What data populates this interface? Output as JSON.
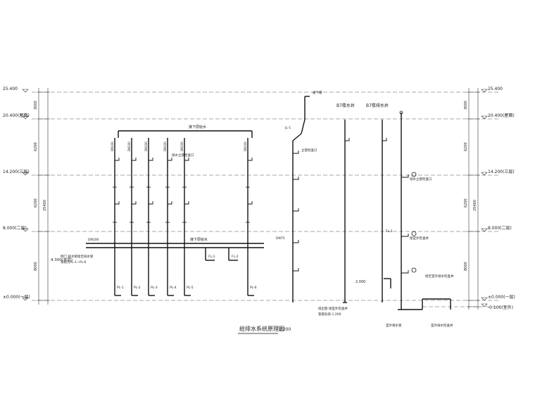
{
  "drawing": {
    "title": "给排水系统原理图",
    "scale": "1:200"
  },
  "elevations": {
    "roof_top": "25.400",
    "roof": "20.400(屋面)",
    "floor3": "14.200(三层)",
    "floor2": "8.000(二层)",
    "ground": "±0.000(一层)",
    "outdoor": "-0.100(室外)",
    "left_mid": "4.300(夹层)"
  },
  "dimensions": {
    "d3000": "3000",
    "d6200": "6200",
    "d6200b": "6200",
    "d8000": "8000",
    "d25400": "25400",
    "d2000": "2.000"
  },
  "labels": {
    "pipe_top": "接下层给水",
    "pipe_mid": "接下层给水",
    "left_note": "侧门 排水管接至排水管",
    "left_note2": "系统为PL-1~PL-6",
    "tank_note": "B7楼水井",
    "tank_note2": "B7楼排水井",
    "riser_ref": "JL-1",
    "top_cap": "通气帽",
    "note_a": "排水立管检查口",
    "note_b": "立管检查口",
    "note_c": "排水立管检查口",
    "note_d": "接至室外排水检查井",
    "note_e": "接室外检查井",
    "bottom_note1": "室外雨水管",
    "bottom_note2": "室外排水检查井",
    "bottom_left_note": "排出管 接室外检查井",
    "bottom_left_note2": "管底标高-1.200",
    "legend_a": "DN100",
    "legend_b": "DN75"
  },
  "risers": [
    "PL-1",
    "PL-2",
    "PL-3",
    "PL-4",
    "PL-5",
    "PL-6"
  ],
  "small_risers": [
    "FL-1",
    "FL-2",
    "FL-3"
  ],
  "branch_tags": [
    "DN100",
    "DN100",
    "DN100",
    "DN100",
    "DN100",
    "DN100"
  ]
}
